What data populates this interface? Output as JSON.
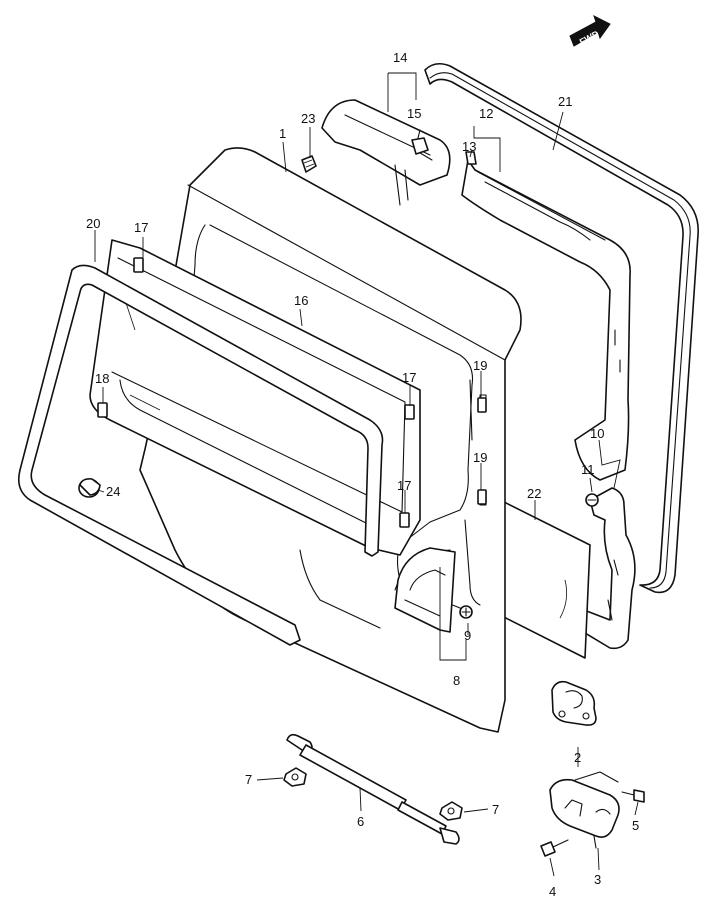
{
  "fwd_marker": "FWD",
  "callouts": {
    "c1": "1",
    "c2": "2",
    "c3": "3",
    "c4": "4",
    "c5": "5",
    "c6": "6",
    "c7a": "7",
    "c7b": "7",
    "c8": "8",
    "c9": "9",
    "c10": "10",
    "c11": "11",
    "c12": "12",
    "c13": "13",
    "c14": "14",
    "c15": "15",
    "c16": "16",
    "c17a": "17",
    "c17b": "17",
    "c17c": "17",
    "c18": "18",
    "c19a": "19",
    "c19b": "19",
    "c20": "20",
    "c21": "21",
    "c22": "22",
    "c23": "23",
    "c24": "24"
  }
}
